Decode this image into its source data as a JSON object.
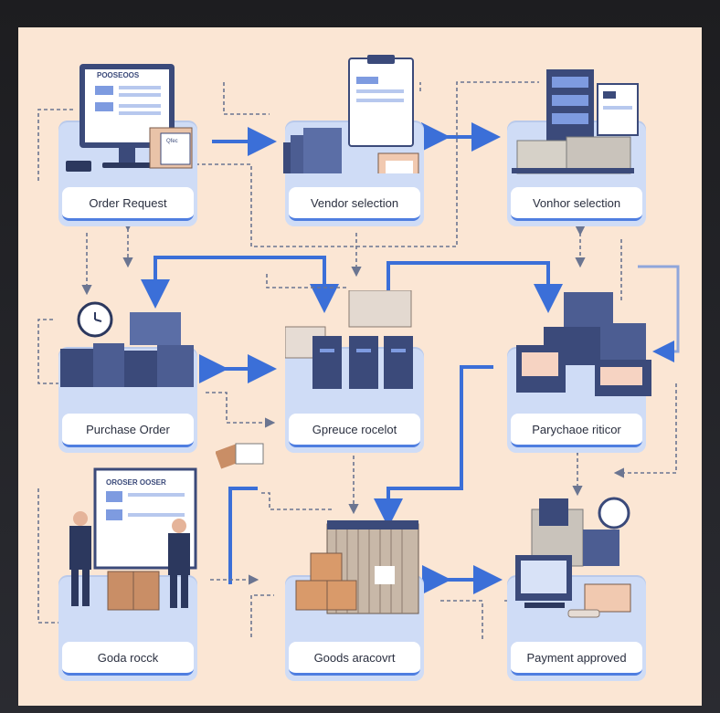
{
  "diagram": {
    "nodes": [
      {
        "label": "Order Request"
      },
      {
        "label": "Vendor selection"
      },
      {
        "label": "Vonhor selection"
      },
      {
        "label": "Purchase Order"
      },
      {
        "label": "Gpreuce rocelot"
      },
      {
        "label": "Parychaoe riticor"
      },
      {
        "label": "Goda rocck"
      },
      {
        "label": "Goods aracovrt"
      },
      {
        "label": "Payment approved"
      }
    ],
    "screen_texts": {
      "monitor_title": "POOSEOOS",
      "board_title": "OROSER OOSER",
      "small_box_text": "Qfec"
    },
    "colors": {
      "background": "#fbe6d4",
      "card": "#cfdcf6",
      "arrow": "#3b6fd8",
      "dashed": "#6b7591"
    }
  }
}
